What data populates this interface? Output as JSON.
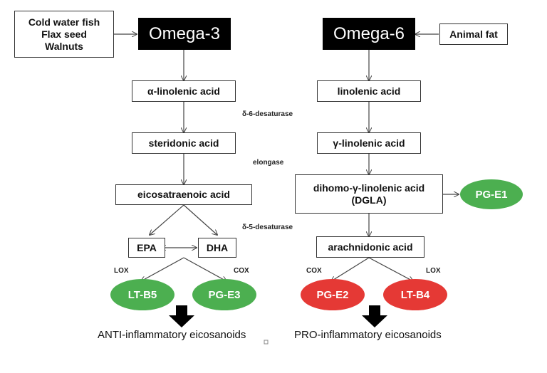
{
  "omega3": {
    "title": "Omega-3",
    "sources": [
      "Cold water fish",
      "Flax seed",
      "Walnuts"
    ],
    "steps": [
      "α-linolenic acid",
      "steridonic acid",
      "eicosatraenoic acid"
    ],
    "epa": "EPA",
    "dha": "DHA",
    "lox_label": "LOX",
    "cox_label": "COX",
    "products": [
      "LT-B5",
      "PG-E3"
    ],
    "footer": "ANTI-inflammatory eicosanoids"
  },
  "omega6": {
    "title": "Omega-6",
    "source": "Animal fat",
    "steps": [
      "linolenic acid",
      "γ-linolenic acid"
    ],
    "dgla_line1": "dihomo-γ-linolenic acid",
    "dgla_line2": "(DGLA)",
    "dgla_product": "PG-E1",
    "step_last": "arachnidonic acid",
    "cox_label": "COX",
    "lox_label": "LOX",
    "products": [
      "PG-E2",
      "LT-B4"
    ],
    "footer": "PRO-inflammatory eicosanoids"
  },
  "enzymes": [
    "δ-6-desaturase",
    "elongase",
    "δ-5-desaturase"
  ],
  "colors": {
    "anti": "#4caf50",
    "pro": "#e53935",
    "node_dark": "#000000"
  }
}
